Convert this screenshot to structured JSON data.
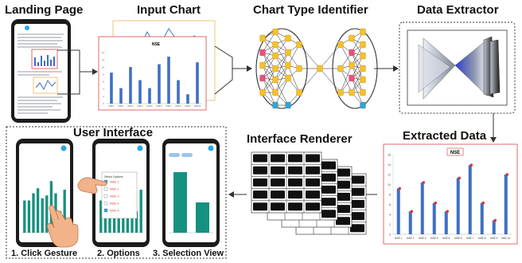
{
  "stages": {
    "landing_page": "Landing Page",
    "input_chart": "Input Chart",
    "chart_type_identifier": "Chart Type Identifier",
    "data_extractor": "Data Extractor",
    "user_interface": "User Interface",
    "interface_renderer": "Interface Renderer",
    "extracted_data": "Extracted Data"
  },
  "ui_views": {
    "click_gesture": "1. Click Gesture",
    "options": "2. Options",
    "selection_view": "3. Selection View"
  },
  "options_popup": {
    "title": "Select Options",
    "items": [
      "NSE 1",
      "NSE 2",
      "NSE 3",
      "NSE 4",
      "NSE 5"
    ],
    "checked": [
      true,
      false,
      false,
      false,
      true
    ]
  },
  "input_chart": {
    "title": "NSE",
    "y_ticks": [
      "14",
      "12",
      "10",
      "8",
      "6",
      "4",
      "2",
      "0"
    ],
    "categories": [
      "NSE 1",
      "NSE 2",
      "NSE 3",
      "NSE 4",
      "NSE 5",
      "NSE 6",
      "NSE 7",
      "NSE 8",
      "NSE 9",
      "NSE 10"
    ]
  },
  "extracted_chart": {
    "title": "NSE",
    "y_ticks": [
      "16",
      "14",
      "12",
      "10",
      "8",
      "6",
      "4",
      "2",
      "0"
    ],
    "categories": [
      "NSE 1",
      "NSE 2",
      "NSE 3",
      "NSE 4",
      "NSE 5",
      "NSE 6",
      "NSE 7",
      "NSE 8",
      "NSE 9",
      "NSE 10"
    ],
    "values": [
      9.2,
      4.6,
      10.4,
      6.3,
      4.6,
      11.3,
      13.9,
      6.3,
      2.8,
      12.0
    ]
  },
  "colors": {
    "bar_blue": "#3f6fc4",
    "teal": "#17917f",
    "point_red": "#e0322f",
    "frame_orange": "#f2c27b",
    "frame_red": "#e06a6a",
    "node_yellow": "#f7c02b",
    "node_pink": "#ee4b87",
    "node_blue": "#2aa6e3",
    "arrow": "#333333"
  }
}
